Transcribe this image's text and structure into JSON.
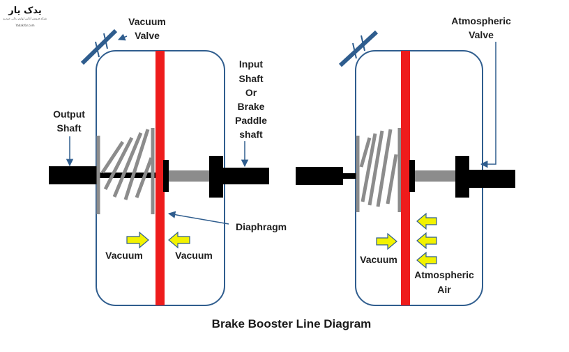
{
  "logo": {
    "text": "یدک یار",
    "tagline": "شبکه فروش آنلاین لوازم یدکی خودرو",
    "site": "YadakYar.com"
  },
  "title": "Brake Booster Line Diagram",
  "left_panel": {
    "vacuum_valve": [
      "Vacuum",
      "Valve"
    ],
    "output_shaft": [
      "Output",
      "Shaft"
    ],
    "input_shaft": [
      "Input",
      "Shaft",
      "Or",
      "Brake",
      "Paddle",
      "shaft"
    ],
    "diaphragm": "Diaphragm",
    "vacuum_left": "Vacuum",
    "vacuum_right": "Vacuum"
  },
  "right_panel": {
    "atmospheric_valve": [
      "Atmospheric",
      "Valve"
    ],
    "vacuum": "Vacuum",
    "atmospheric_air": [
      "Atmospheric",
      "Air"
    ]
  },
  "colors": {
    "diaphragm": "#ee1c1c",
    "outline": "#2f5d8e",
    "arrow_fill": "#f2f200",
    "shaft": "#000000",
    "spring": "#8c8c8c"
  }
}
